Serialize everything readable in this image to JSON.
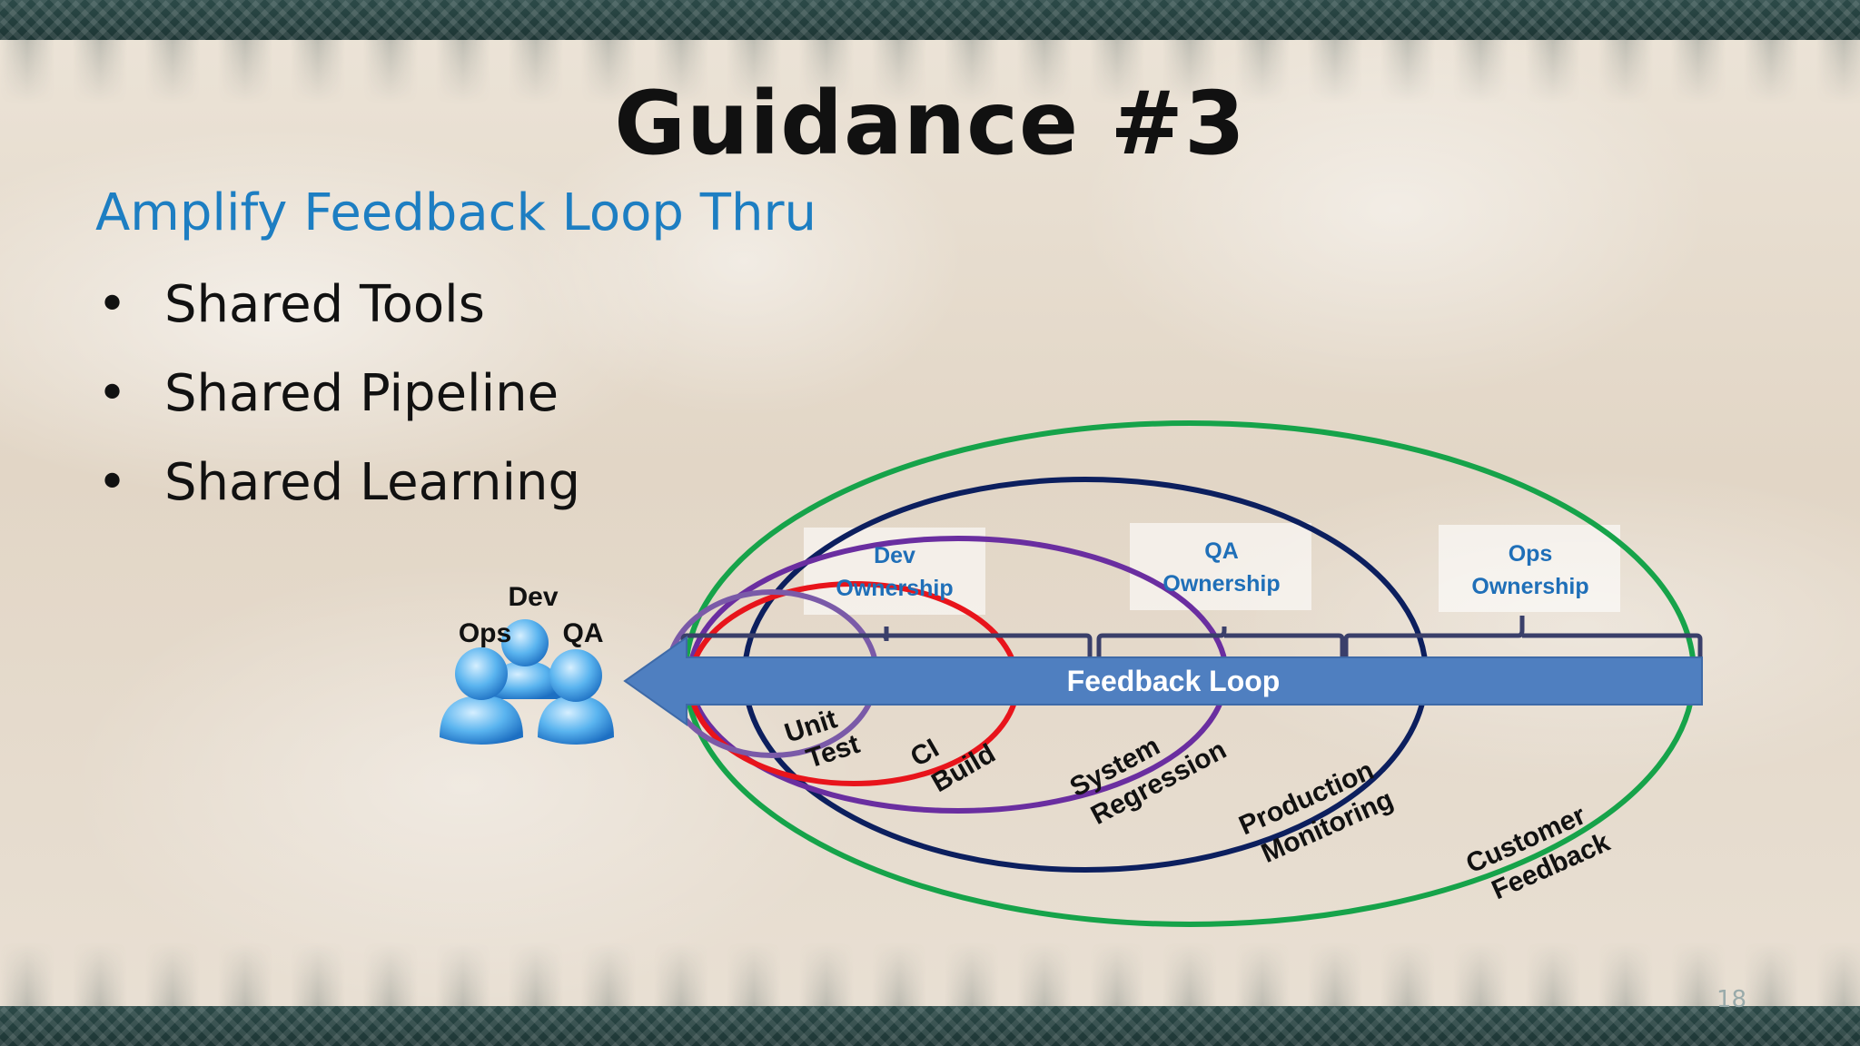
{
  "slide": {
    "title": "Guidance #3",
    "subtitle": "Amplify Feedback Loop Thru",
    "bullet_glyph": "•",
    "bullets": [
      "Shared Tools",
      "Shared Pipeline",
      "Shared Learning"
    ],
    "slide_number": "18"
  },
  "diagram": {
    "team": {
      "top": "Dev",
      "left": "Ops",
      "right": "QA"
    },
    "ownership": [
      {
        "line1": "Dev",
        "line2": "Ownership"
      },
      {
        "line1": "QA",
        "line2": "Ownership"
      },
      {
        "line1": "Ops",
        "line2": "Ownership"
      }
    ],
    "arrow_label": "Feedback Loop",
    "loops": [
      {
        "line1": "Unit",
        "line2": "Test",
        "color": "#7a5aa8"
      },
      {
        "line1": "CI",
        "line2": "Build",
        "color": "#e8141b"
      },
      {
        "line1": "System",
        "line2": "Regression",
        "color": "#6a2ea0"
      },
      {
        "line1": "Production",
        "line2": "Monitoring",
        "color": "#0c1f5e"
      },
      {
        "line1": "Customer",
        "line2": "Feedback",
        "color": "#16a34a"
      }
    ],
    "colors": {
      "ownership_text": "#1f6fb8",
      "arrow": "#4f7fc0",
      "bracket": "#3a3f6a"
    }
  }
}
